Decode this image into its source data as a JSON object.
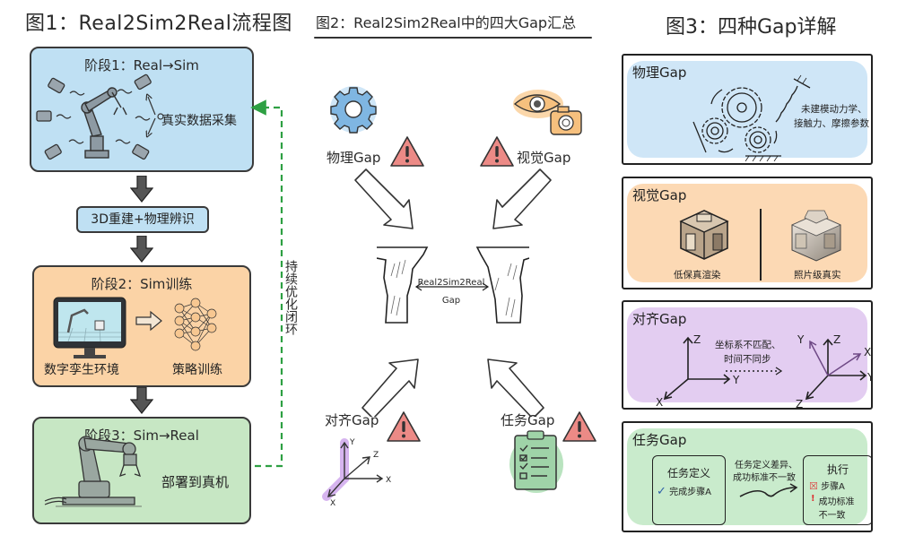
{
  "figure1": {
    "title": "图1：Real2Sim2Real流程图",
    "stage1": {
      "title": "阶段1：Real→Sim",
      "label": "真实数据采集"
    },
    "reconstruction": "3D重建+物理辨识",
    "stage2": {
      "title": "阶段2：Sim训练",
      "left_label": "数字孪生环境",
      "right_label": "策略训练"
    },
    "stage3": {
      "title": "阶段3：Sim→Real",
      "label": "部署到真机"
    },
    "loop_label": "持续优化闭环"
  },
  "figure2": {
    "title": "图2：Real2Sim2Real中的四大Gap汇总",
    "center_label_line1": "Real2Sim2Real",
    "center_label_line2": "Gap",
    "gaps": [
      {
        "name": "物理Gap",
        "icon": "gear-icon"
      },
      {
        "name": "视觉Gap",
        "icon": "eye-camera-icon"
      },
      {
        "name": "对齐Gap",
        "icon": "axes-icon"
      },
      {
        "name": "任务Gap",
        "icon": "clipboard-icon"
      }
    ]
  },
  "figure3": {
    "title": "图3：四种Gap详解",
    "physical": {
      "title": "物理Gap",
      "line1": "未建模动力学、",
      "line2": "接触力、摩擦参数"
    },
    "visual": {
      "title": "视觉Gap",
      "left_label": "低保真渲染",
      "right_label": "照片级真实"
    },
    "alignment": {
      "title": "对齐Gap",
      "line1": "坐标系不匹配、",
      "line2": "时间不同步",
      "left_axes": {
        "z": "Z",
        "y": "Y",
        "x": "X"
      },
      "right_axes": {
        "y1": "Y",
        "z1": "Z",
        "x": "X",
        "y2": "Y",
        "z2": "Z"
      }
    },
    "task": {
      "title": "任务Gap",
      "def_title": "任务定义",
      "def_item": "完成步骤A",
      "middle_line1": "任务定义差异、",
      "middle_line2": "成功标准不一致",
      "exec_title": "执行",
      "exec_item1": "步骤A",
      "exec_item2_line1": "成功标准",
      "exec_item2_line2": "不一致"
    }
  },
  "colors": {
    "blue": "#bfe0f3",
    "orange": "#fbd3a6",
    "green": "#c7e7c4",
    "purple": "#e3cdf1",
    "warning_red": "#e8736f",
    "loop_green": "#2ea043"
  }
}
